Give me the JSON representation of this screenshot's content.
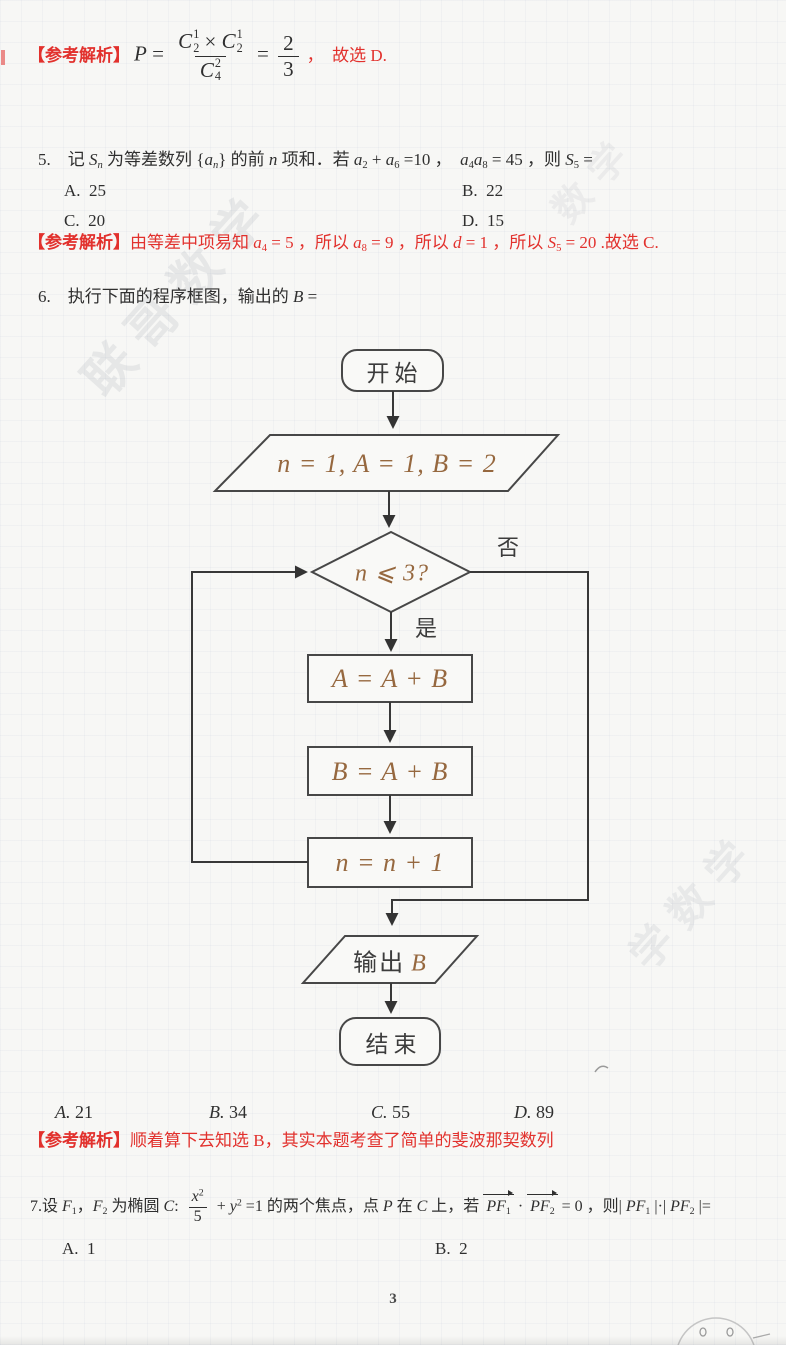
{
  "colors": {
    "red": "#e2312d",
    "brown": "#96683f",
    "ink": "#2f2f2f",
    "line": "#474747"
  },
  "page": {
    "number": "3"
  },
  "watermarks": [
    {
      "text": "联哥数学"
    },
    {
      "text": "数学"
    },
    {
      "text": "学数学"
    }
  ],
  "sol4": {
    "label": "【参考解析】",
    "math": [
      {
        "t": "P",
        "i": true
      },
      {
        "t": " = "
      },
      {
        "frac": {
          "n": [
            {
              "cs": {
                "b": "C",
                "sup": "1",
                "sub": "2"
              }
            },
            {
              "t": " × "
            },
            {
              "cs": {
                "b": "C",
                "sup": "1",
                "sub": "2"
              }
            }
          ],
          "d": [
            {
              "cs": {
                "b": "C",
                "sup": "2",
                "sub": "4"
              }
            }
          ]
        }
      },
      {
        "t": " = "
      },
      {
        "frac": {
          "n": [
            {
              "t": "2"
            }
          ],
          "d": [
            {
              "t": "3"
            }
          ]
        }
      }
    ],
    "tail": "，  故选 D."
  },
  "q5": {
    "stem": [
      {
        "t": "5.　记 "
      },
      {
        "t": "S",
        "i": true
      },
      {
        "t": "n",
        "i": true,
        "sub": true
      },
      {
        "t": " 为等差数列 {"
      },
      {
        "t": "a",
        "i": true
      },
      {
        "t": "n",
        "i": true,
        "sub": true
      },
      {
        "t": "} 的前 "
      },
      {
        "t": "n",
        "i": true
      },
      {
        "t": " 项和．若 "
      },
      {
        "t": "a",
        "i": true
      },
      {
        "t": "2",
        "sub": true
      },
      {
        "t": " + "
      },
      {
        "t": "a",
        "i": true
      },
      {
        "t": "6",
        "sub": true
      },
      {
        "t": " =10 ，  "
      },
      {
        "t": "a",
        "i": true
      },
      {
        "t": "4",
        "sub": true
      },
      {
        "t": "a",
        "i": true
      },
      {
        "t": "8",
        "sub": true
      },
      {
        "t": " = 45 ，则 "
      },
      {
        "t": "S",
        "i": true
      },
      {
        "t": "5",
        "sub": true
      },
      {
        "t": " ="
      }
    ],
    "opt_a": "A.  25",
    "opt_b": "B.  22",
    "opt_c": "C.  20",
    "opt_d": "D.  15",
    "solution": [
      {
        "t": "【参考解析】",
        "b": true
      },
      {
        "t": "由等差中项易知 "
      },
      {
        "t": "a",
        "i": true
      },
      {
        "t": "4",
        "sub": true
      },
      {
        "t": " = 5 ，所以 "
      },
      {
        "t": "a",
        "i": true
      },
      {
        "t": "8",
        "sub": true
      },
      {
        "t": " = 9 ，所以 "
      },
      {
        "t": "d",
        "i": true
      },
      {
        "t": " = 1 ，所以 "
      },
      {
        "t": "S",
        "i": true
      },
      {
        "t": "5",
        "sub": true
      },
      {
        "t": " = 20 .故选 C."
      }
    ]
  },
  "q6": {
    "stem": [
      {
        "t": "6.　执行下面的程序框图，输出的 "
      },
      {
        "t": "B",
        "i": true
      },
      {
        "t": " ="
      }
    ],
    "opt_a": [
      {
        "t": "A.",
        "i": true
      },
      {
        "t": " 21"
      }
    ],
    "opt_b": [
      {
        "t": "B.",
        "i": true
      },
      {
        "t": " 34"
      }
    ],
    "opt_c": [
      {
        "t": "C.",
        "i": true
      },
      {
        "t": " 55"
      }
    ],
    "opt_d": [
      {
        "t": "D.",
        "i": true
      },
      {
        "t": " 89"
      }
    ],
    "solution": [
      {
        "t": "【参考解析】",
        "b": true
      },
      {
        "t": "顺着算下去知选 B，其实本题考查了简单的斐波那契数列"
      }
    ]
  },
  "flowchart": {
    "start": "开始",
    "init": "n = 1, A = 1, B = 2",
    "cond": "n ⩽ 3?",
    "no": "否",
    "yes": "是",
    "step1": "A = A + B",
    "step2": "B = A + B",
    "step3": "n = n + 1",
    "output_prefix": "输出",
    "output_var": "B",
    "end": "结束"
  },
  "q7": {
    "stem": [
      {
        "t": "7.设 "
      },
      {
        "t": "F",
        "i": true
      },
      {
        "t": "1",
        "sub": true
      },
      {
        "t": "，"
      },
      {
        "t": "F",
        "i": true
      },
      {
        "t": "2",
        "sub": true
      },
      {
        "t": " 为椭圆 "
      },
      {
        "t": "C",
        "i": true
      },
      {
        "t": ": "
      },
      {
        "frac": {
          "n": [
            {
              "t": "x",
              "i": true
            },
            {
              "t": "2",
              "sup": true
            }
          ],
          "d": [
            {
              "t": "5"
            }
          ]
        }
      },
      {
        "t": " + "
      },
      {
        "t": "y",
        "i": true
      },
      {
        "t": "2",
        "sup": true
      },
      {
        "t": " =1 的两个焦点，点 "
      },
      {
        "t": "P",
        "i": true
      },
      {
        "t": " 在 "
      },
      {
        "t": "C",
        "i": true
      },
      {
        "t": " 上，若 "
      },
      {
        "ol": [
          {
            "t": "PF",
            "i": true
          },
          {
            "t": "1",
            "sub": true
          }
        ]
      },
      {
        "t": " · "
      },
      {
        "ol": [
          {
            "t": "PF",
            "i": true
          },
          {
            "t": "2",
            "sub": true
          }
        ]
      },
      {
        "t": " = 0 ，则| "
      },
      {
        "t": "PF",
        "i": true
      },
      {
        "t": "1",
        "sub": true
      },
      {
        "t": " |·| "
      },
      {
        "t": "PF",
        "i": true
      },
      {
        "t": "2",
        "sub": true
      },
      {
        "t": " |="
      }
    ],
    "opt_a": "A.  1",
    "opt_b": "B.  2"
  }
}
